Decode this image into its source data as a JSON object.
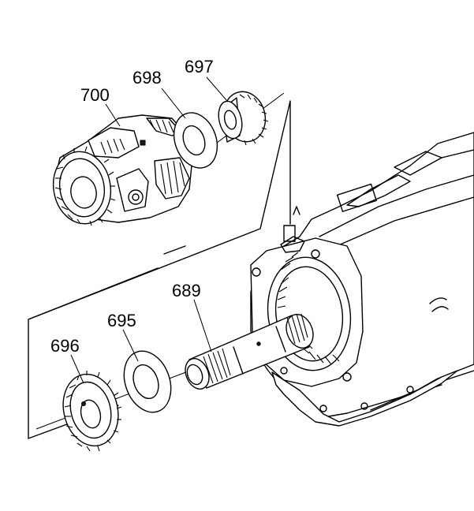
{
  "diagram": {
    "callouts": {
      "c700": "700",
      "c698": "698",
      "c697": "697",
      "c689": "689",
      "c695": "695",
      "c696": "696"
    }
  }
}
